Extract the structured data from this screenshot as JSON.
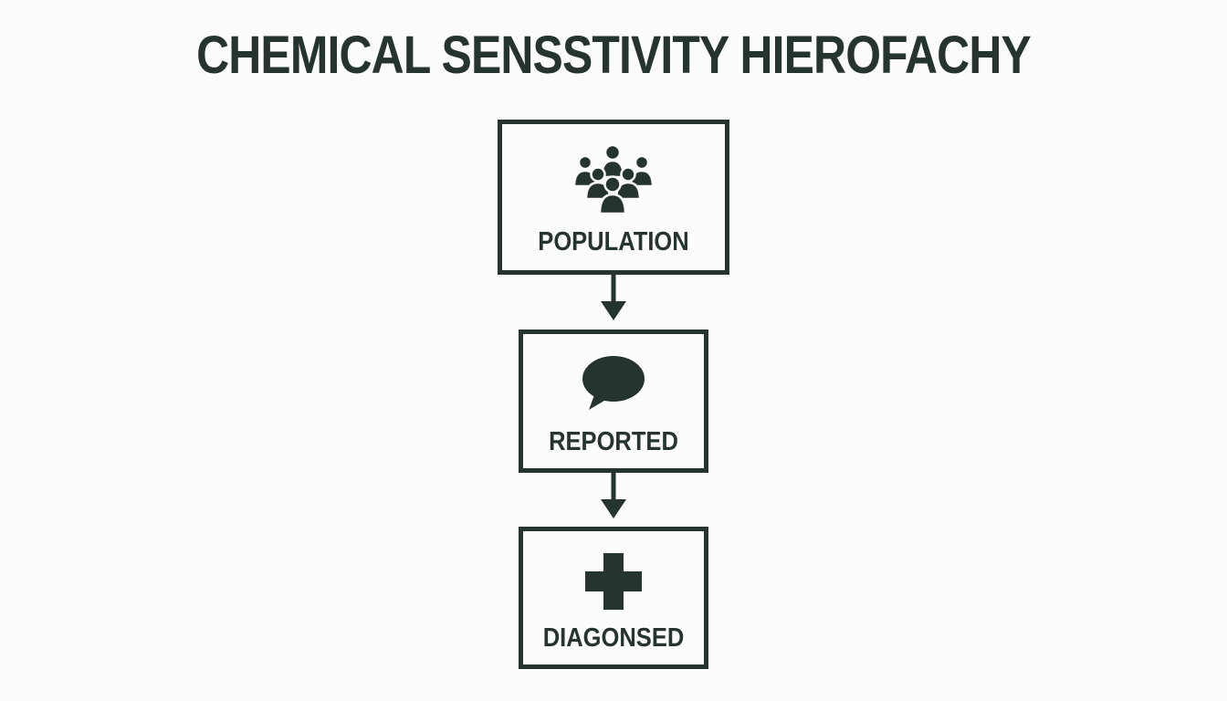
{
  "title": "CHEMICAL SENSSTIVITY HIEROFACHY",
  "nodes": [
    {
      "label": "POPULATION",
      "icon": "people-group-icon"
    },
    {
      "label": "REPORTED",
      "icon": "speech-bubble-icon"
    },
    {
      "label": "DIAGONSED",
      "icon": "medical-cross-icon"
    }
  ],
  "colors": {
    "ink": "#263430",
    "background": "#fafbfa"
  }
}
